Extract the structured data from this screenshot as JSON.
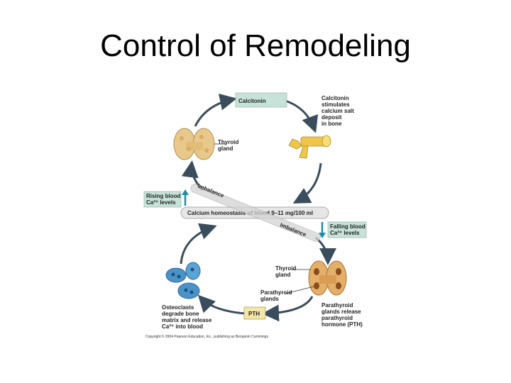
{
  "slide": {
    "title": "Control of Remodeling"
  },
  "diagram": {
    "calcitonin_box": "Calcitonin",
    "calcitonin_effect": [
      "Calcitonin",
      "stimulates",
      "calcium salt",
      "deposit",
      "in bone"
    ],
    "thyroid_top": [
      "Thyroid",
      "gland"
    ],
    "rising": [
      "Rising blood",
      "Ca²⁺ levels"
    ],
    "imbalance_top": "Imbalance",
    "homeostasis": "Calcium homeostasis of blood 9–11 mg/100 ml",
    "imbalance_bottom": "Imbalance",
    "falling": [
      "Falling blood",
      "Ca²⁺ levels"
    ],
    "thyroid_bottom": [
      "Thyroid",
      "gland"
    ],
    "parathyroid": [
      "Parathyroid",
      "glands"
    ],
    "osteoclasts": [
      "Osteoclasts",
      "degrade bone",
      "matrix and release",
      "Ca²⁺ into blood"
    ],
    "pth_box": "PTH",
    "pth_release": [
      "Parathyroid",
      "glands release",
      "parathyroid",
      "hormone (PTH)"
    ],
    "copyright": "Copyright © 2004 Pearson Education, Inc., publishing as Benjamin Cummings"
  },
  "colors": {
    "box_fill": "#c7e3d9",
    "arrow": "#3a4d5c",
    "bar_fill": "#e6e6e6",
    "gland_fill": "#e9c98b",
    "bone_fill": "#f0c64a",
    "osteoclast_fill": "#4a93c9",
    "up_arrow": "#1d8ca8",
    "down_arrow": "#1d8ca8"
  }
}
